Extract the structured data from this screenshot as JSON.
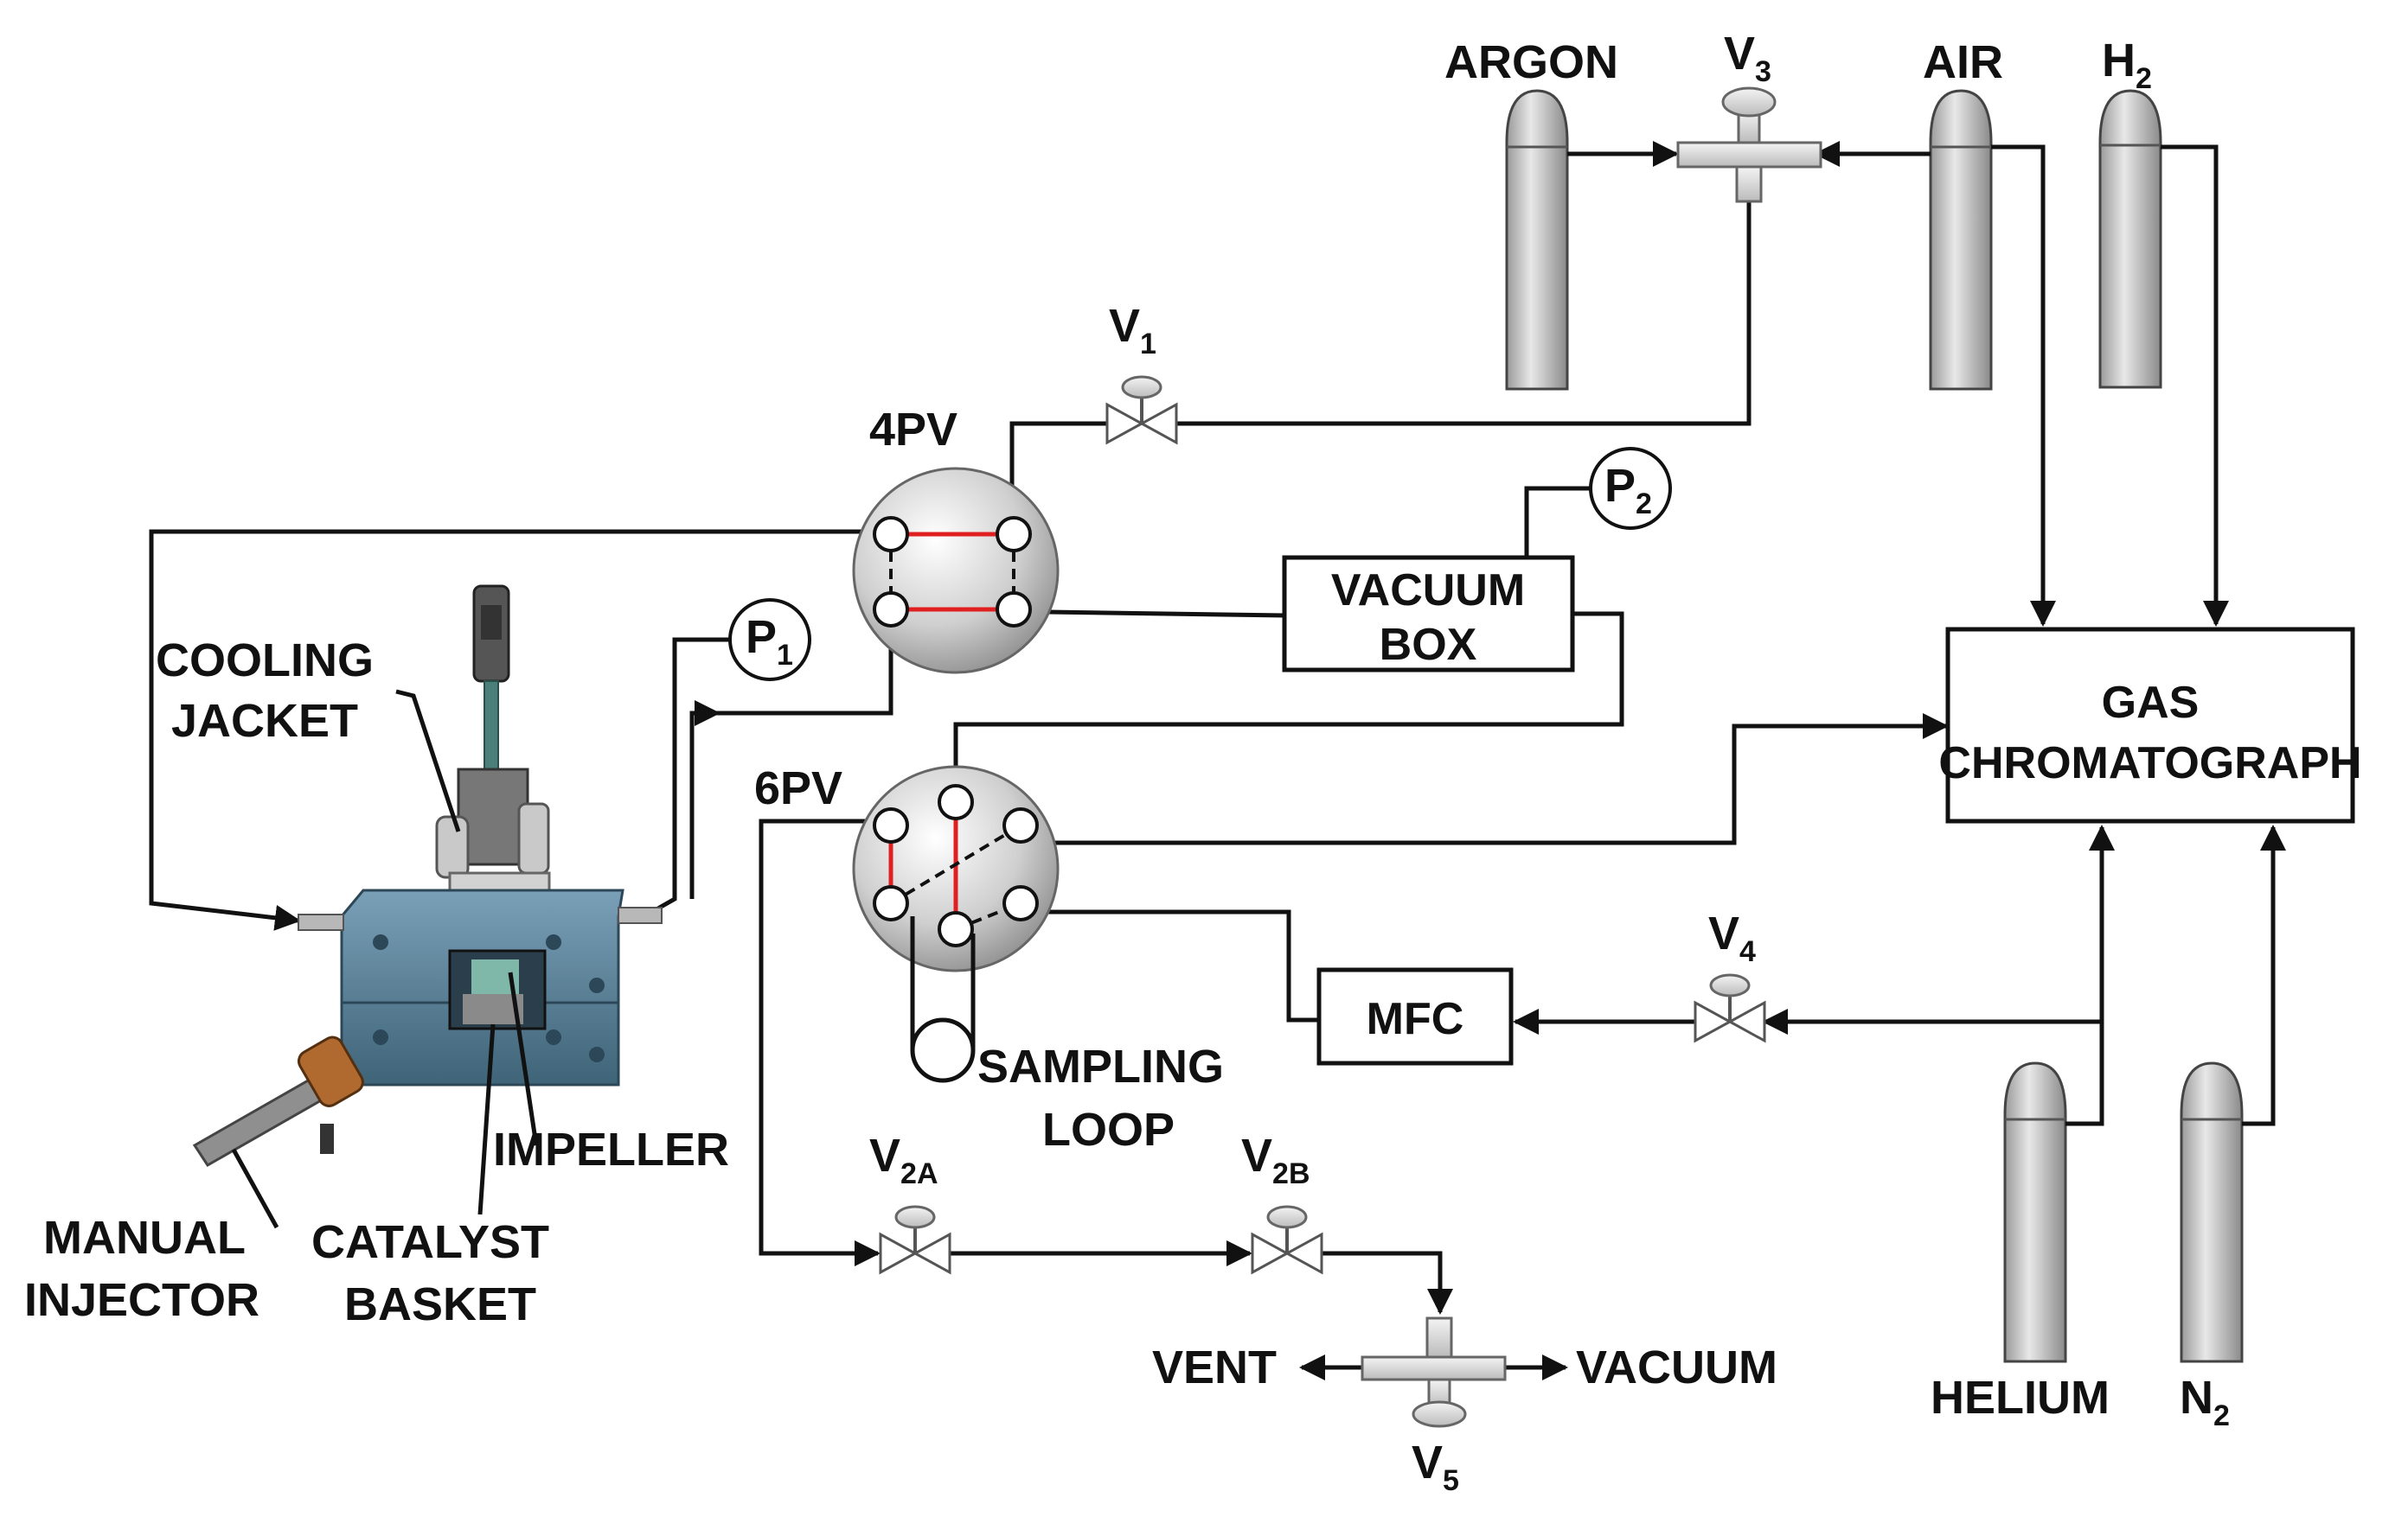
{
  "labels": {
    "argon": "ARGON",
    "v3": "V",
    "v3_sub": "3",
    "air": "AIR",
    "h2": "H",
    "h2_sub": "2",
    "v1": "V",
    "v1_sub": "1",
    "pv4": "4PV",
    "p2": "P",
    "p2_sub": "2",
    "p1": "P",
    "p1_sub": "1",
    "vacuum_box_line1": "VACUUM",
    "vacuum_box_line2": "BOX",
    "cooling_line1": "COOLING",
    "cooling_line2": "JACKET",
    "pv6": "6PV",
    "gc_line1": "GAS",
    "gc_line2": "CHROMATOGRAPH",
    "mfc": "MFC",
    "v4": "V",
    "v4_sub": "4",
    "sampling_line1": "SAMPLING",
    "sampling_line2": "LOOP",
    "impeller": "IMPELLER",
    "manual_line1": "MANUAL",
    "manual_line2": "INJECTOR",
    "catalyst_line1": "CATALYST",
    "catalyst_line2": "BASKET",
    "v2a": "V",
    "v2a_sub": "2A",
    "v2b": "V",
    "v2b_sub": "2B",
    "vent": "VENT",
    "vacuum": "VACUUM",
    "v5": "V",
    "v5_sub": "5",
    "helium": "HELIUM",
    "n2": "N",
    "n2_sub": "2"
  },
  "colors": {
    "pipe": "#111111",
    "cylinder": "#c8c8c8",
    "port_highlight": "#e02020",
    "reactor": "#5a7f96"
  }
}
